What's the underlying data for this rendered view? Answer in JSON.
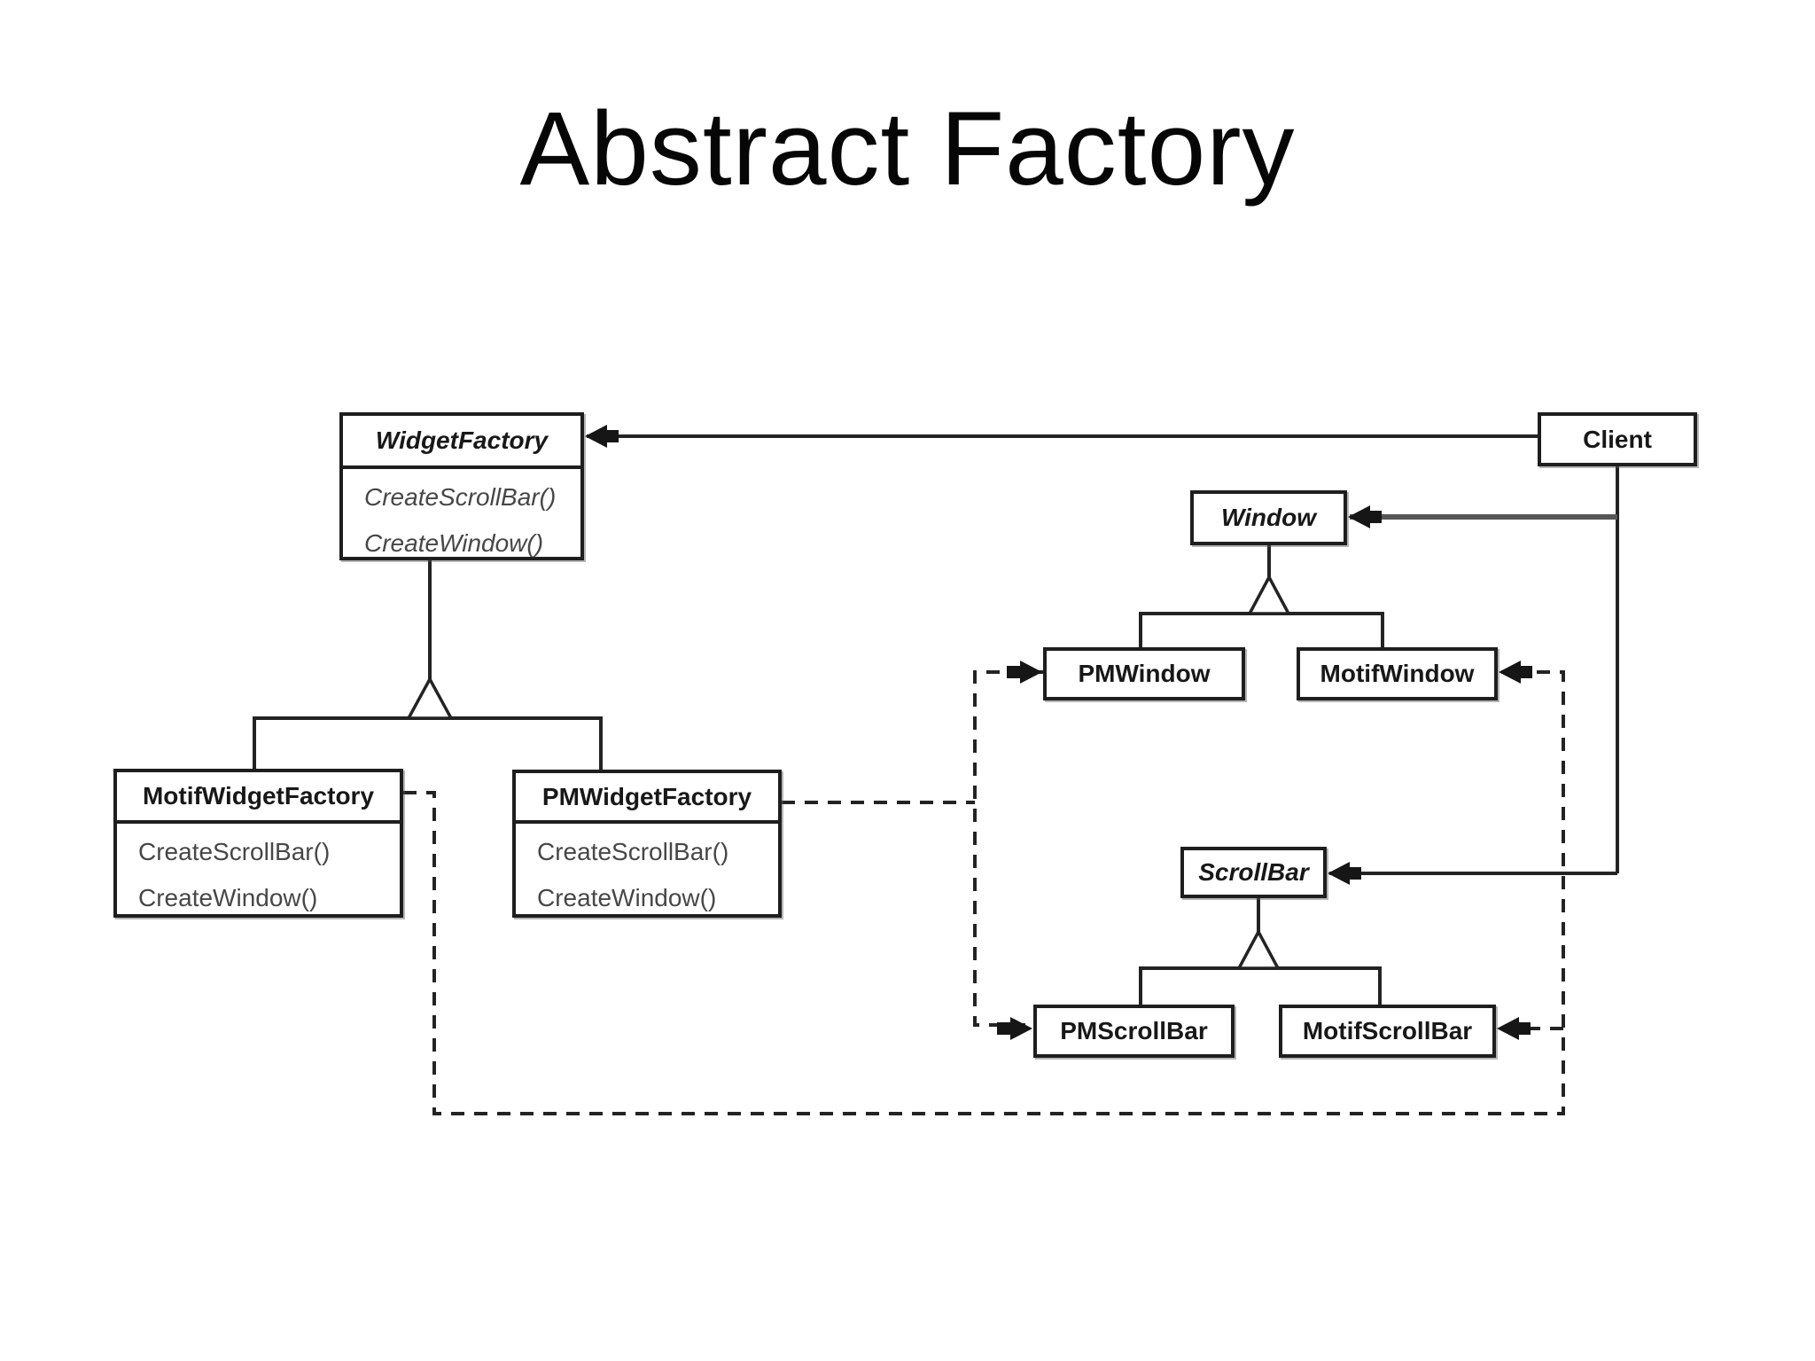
{
  "slide": {
    "title": "Abstract Factory"
  },
  "diagram": {
    "classes": {
      "widgetFactory": {
        "name": "WidgetFactory",
        "stereotype": "abstract",
        "methods": [
          "CreateScrollBar()",
          "CreateWindow()"
        ]
      },
      "client": {
        "name": "Client"
      },
      "window": {
        "name": "Window",
        "stereotype": "abstract"
      },
      "pmWindow": {
        "name": "PMWindow"
      },
      "motifWindow": {
        "name": "MotifWindow"
      },
      "motifWidgetFactory": {
        "name": "MotifWidgetFactory",
        "methods": [
          "CreateScrollBar()",
          "CreateWindow()"
        ]
      },
      "pmWidgetFactory": {
        "name": "PMWidgetFactory",
        "methods": [
          "CreateScrollBar()",
          "CreateWindow()"
        ]
      },
      "scrollBar": {
        "name": "ScrollBar",
        "stereotype": "abstract"
      },
      "pmScrollBar": {
        "name": "PMScrollBar"
      },
      "motifScrollBar": {
        "name": "MotifScrollBar"
      }
    },
    "relationships": [
      {
        "from": "Client",
        "to": "WidgetFactory",
        "type": "association-solid-arrow"
      },
      {
        "from": "Client",
        "to": "Window",
        "type": "association-solid-arrow"
      },
      {
        "from": "Client",
        "to": "ScrollBar",
        "type": "association-solid-arrow"
      },
      {
        "from": "MotifWidgetFactory",
        "to": "WidgetFactory",
        "type": "inheritance-hollow-triangle"
      },
      {
        "from": "PMWidgetFactory",
        "to": "WidgetFactory",
        "type": "inheritance-hollow-triangle"
      },
      {
        "from": "PMWindow",
        "to": "Window",
        "type": "inheritance-hollow-triangle"
      },
      {
        "from": "MotifWindow",
        "to": "Window",
        "type": "inheritance-hollow-triangle"
      },
      {
        "from": "PMScrollBar",
        "to": "ScrollBar",
        "type": "inheritance-hollow-triangle"
      },
      {
        "from": "MotifScrollBar",
        "to": "ScrollBar",
        "type": "inheritance-hollow-triangle"
      },
      {
        "from": "PMWidgetFactory",
        "to": "PMWindow",
        "type": "creates-dashed-arrow"
      },
      {
        "from": "PMWidgetFactory",
        "to": "PMScrollBar",
        "type": "creates-dashed-arrow"
      },
      {
        "from": "MotifWidgetFactory",
        "to": "MotifWindow",
        "type": "creates-dashed-arrow"
      },
      {
        "from": "MotifWidgetFactory",
        "to": "MotifScrollBar",
        "type": "creates-dashed-arrow"
      }
    ],
    "colors": {
      "line": "#232323",
      "grayLine": "#565656",
      "box_border": "#1e1e1e",
      "background": "#ffffff"
    }
  }
}
